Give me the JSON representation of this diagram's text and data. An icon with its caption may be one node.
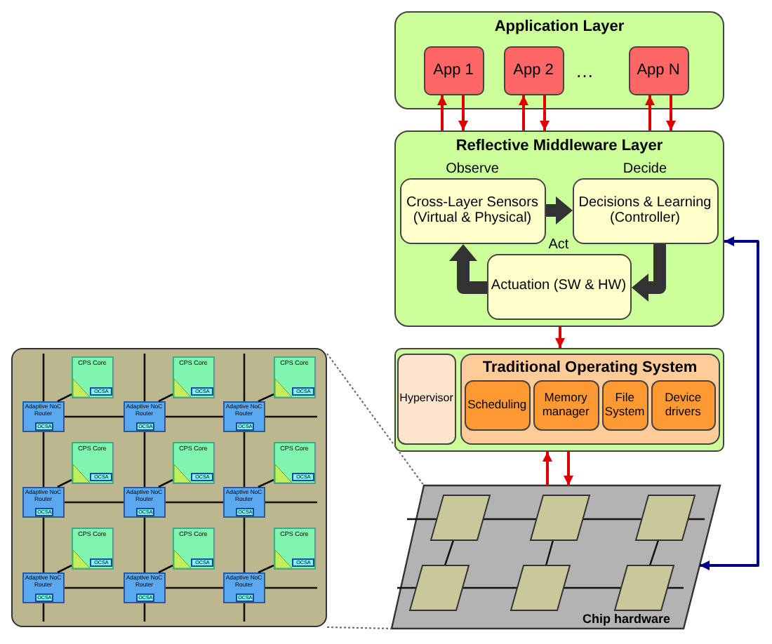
{
  "diagram": {
    "nodes": [
      {
        "text": [
          "Application Layer"
        ]
      },
      {
        "text": [
          "App 1"
        ],
        "in": 0
      },
      {
        "text": [
          "App 2"
        ],
        "in": 0
      },
      {
        "text": [
          "App N"
        ],
        "in": 0
      },
      {
        "text": [
          "Reflective Middleware Layer"
        ]
      },
      {
        "text": [
          "Cross-Layer Sensors (Virtual & Physical)"
        ],
        "in": 4,
        "beside": [
          "Observe"
        ]
      },
      {
        "text": [
          "Decisions & Learning (Controller)"
        ],
        "in": 4,
        "beside": [
          "Decide"
        ]
      },
      {
        "text": [
          "Actuation (SW & HW)"
        ],
        "in": 4,
        "beside": [
          "Act"
        ]
      },
      {
        "text": [],
        "shape": "box"
      },
      {
        "text": [
          "Hypervisor"
        ],
        "in": 8
      },
      {
        "text": [
          "Traditional Operating System"
        ],
        "in": 8
      },
      {
        "text": [
          "Scheduling"
        ],
        "in": 10
      },
      {
        "text": [
          "Memory manager"
        ],
        "in": 10
      },
      {
        "text": [
          "File System"
        ],
        "in": 10
      },
      {
        "text": [
          "Device drivers"
        ],
        "in": 10
      },
      {
        "text": [
          "Chip hardware"
        ]
      },
      {
        "text": [],
        "shape": "box"
      },
      {
        "text": [
          "CPS Core"
        ],
        "in": 16
      },
      {
        "text": [
          "OCSA"
        ],
        "in": 17
      },
      {
        "text": [
          "CPS Core"
        ],
        "in": 16
      },
      {
        "text": [
          "OCSA"
        ],
        "in": 19
      },
      {
        "text": [
          "CPS Core"
        ],
        "in": 16
      },
      {
        "text": [
          "OCSA"
        ],
        "in": 21
      },
      {
        "text": [
          "Adaptive NoC Router"
        ],
        "in": 16
      },
      {
        "text": [
          "OCSA"
        ],
        "in": 23
      },
      {
        "text": [
          "Adaptive NoC Router"
        ],
        "in": 16
      },
      {
        "text": [
          "OCSA"
        ],
        "in": 25
      },
      {
        "text": [
          "Adaptive NoC Router"
        ],
        "in": 16
      },
      {
        "text": [
          "OCSA"
        ],
        "in": 27
      },
      {
        "text": [
          "CPS Core"
        ],
        "in": 16
      },
      {
        "text": [
          "OCSA"
        ],
        "in": 29
      },
      {
        "text": [
          "CPS Core"
        ],
        "in": 16
      },
      {
        "text": [
          "OCSA"
        ],
        "in": 31
      },
      {
        "text": [
          "CPS Core"
        ],
        "in": 16
      },
      {
        "text": [
          "OCSA"
        ],
        "in": 33
      },
      {
        "text": [
          "Adaptive NoC Router"
        ],
        "in": 16
      },
      {
        "text": [
          "OCSA"
        ],
        "in": 35
      },
      {
        "text": [
          "Adaptive NoC Router"
        ],
        "in": 16
      },
      {
        "text": [
          "OCSA"
        ],
        "in": 37
      },
      {
        "text": [
          "Adaptive NoC Router"
        ],
        "in": 16
      },
      {
        "text": [
          "OCSA"
        ],
        "in": 39
      },
      {
        "text": [
          "CPS Core"
        ],
        "in": 16
      },
      {
        "text": [
          "OCSA"
        ],
        "in": 41
      },
      {
        "text": [
          "CPS Core"
        ],
        "in": 16
      },
      {
        "text": [
          "OCSA"
        ],
        "in": 43
      },
      {
        "text": [
          "CPS Core"
        ],
        "in": 16
      },
      {
        "text": [
          "OCSA"
        ],
        "in": 45
      },
      {
        "text": [
          "Adaptive NoC Router"
        ],
        "in": 16
      },
      {
        "text": [
          "OCSA"
        ],
        "in": 47
      },
      {
        "text": [
          "Adaptive NoC Router"
        ],
        "in": 16
      },
      {
        "text": [
          "OCSA"
        ],
        "in": 49
      },
      {
        "text": [
          "Adaptive NoC Router"
        ],
        "in": 16
      },
      {
        "text": [
          "OCSA"
        ],
        "in": 51
      }
    ],
    "edges": [
      {
        "from": 4,
        "to": 1,
        "arrow": "to",
        "color": "#dd0000"
      },
      {
        "from": 1,
        "to": 4,
        "arrow": "to",
        "color": "#dd0000"
      },
      {
        "from": 4,
        "to": 2,
        "arrow": "to",
        "color": "#dd0000"
      },
      {
        "from": 2,
        "to": 4,
        "arrow": "to",
        "color": "#dd0000"
      },
      {
        "from": 4,
        "to": 3,
        "arrow": "to",
        "color": "#dd0000"
      },
      {
        "from": 3,
        "to": 4,
        "arrow": "to",
        "color": "#dd0000"
      },
      {
        "from": 5,
        "to": 6,
        "arrow": "to",
        "style": "thick",
        "color": "#333333"
      },
      {
        "from": 6,
        "to": 7,
        "arrow": "to",
        "style": "thick",
        "color": "#333333"
      },
      {
        "from": 7,
        "to": 5,
        "arrow": "to",
        "style": "thick",
        "color": "#333333"
      },
      {
        "from": 4,
        "to": 8,
        "arrow": "to",
        "color": "#dd0000"
      },
      {
        "from": 15,
        "to": 8,
        "arrow": "to",
        "color": "#dd0000"
      },
      {
        "from": 8,
        "to": 15,
        "arrow": "to",
        "color": "#dd0000"
      },
      {
        "from": 15,
        "to": 4,
        "arrow": "both",
        "color": "#000080"
      },
      {
        "from": 16,
        "to": 15,
        "arrow": "none",
        "style": "dashed",
        "color": "#666666"
      },
      {
        "from": 16,
        "to": 15,
        "arrow": "none",
        "style": "dashed",
        "color": "#666666"
      },
      {
        "from": 17,
        "to": 23,
        "arrow": "none"
      },
      {
        "from": 19,
        "to": 25,
        "arrow": "none"
      },
      {
        "from": 21,
        "to": 27,
        "arrow": "none"
      },
      {
        "from": 23,
        "to": 25,
        "arrow": "none"
      },
      {
        "from": 25,
        "to": 27,
        "arrow": "none"
      },
      {
        "from": 29,
        "to": 35,
        "arrow": "none"
      },
      {
        "from": 31,
        "to": 37,
        "arrow": "none"
      },
      {
        "from": 33,
        "to": 39,
        "arrow": "none"
      },
      {
        "from": 35,
        "to": 37,
        "arrow": "none"
      },
      {
        "from": 37,
        "to": 39,
        "arrow": "none"
      },
      {
        "from": 41,
        "to": 47,
        "arrow": "none"
      },
      {
        "from": 43,
        "to": 49,
        "arrow": "none"
      },
      {
        "from": 45,
        "to": 51,
        "arrow": "none"
      },
      {
        "from": 47,
        "to": 49,
        "arrow": "none"
      },
      {
        "from": 49,
        "to": 51,
        "arrow": "none"
      },
      {
        "from": 23,
        "to": 35,
        "arrow": "none"
      },
      {
        "from": 35,
        "to": 47,
        "arrow": "none"
      },
      {
        "from": 25,
        "to": 37,
        "arrow": "none"
      },
      {
        "from": 37,
        "to": 49,
        "arrow": "none"
      },
      {
        "from": 27,
        "to": 39,
        "arrow": "none"
      },
      {
        "from": 39,
        "to": 51,
        "arrow": "none"
      }
    ],
    "labels": [
      "…"
    ]
  }
}
